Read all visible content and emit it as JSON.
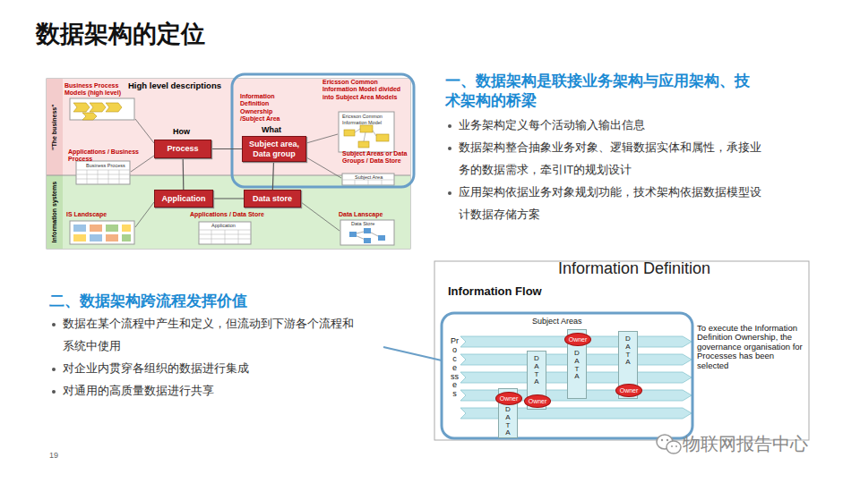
{
  "diagram": {
    "title": "数据架构的定位",
    "nodes": [
      {
        "text": [
          "Process"
        ]
      },
      {
        "text": [
          "Subject area, Data group"
        ]
      },
      {
        "text": [
          "Application"
        ]
      },
      {
        "text": [
          "Data store"
        ]
      },
      {
        "text": [
          "DATA"
        ]
      },
      {
        "text": [
          "Owner"
        ],
        "in": 4
      },
      {
        "text": [
          "DATA"
        ]
      },
      {
        "text": [
          "Owner"
        ],
        "in": 6
      },
      {
        "text": [
          "DATA"
        ]
      },
      {
        "text": [
          "Owner"
        ],
        "in": 8
      },
      {
        "text": [
          "DATA"
        ]
      },
      {
        "text": [
          "Owner"
        ],
        "in": 10
      }
    ],
    "edges": [
      {
        "from": 0,
        "to": 1,
        "arrow": "none"
      },
      {
        "from": 0,
        "to": 2,
        "arrow": "none"
      },
      {
        "from": 1,
        "to": 3,
        "arrow": "none"
      },
      {
        "from": 2,
        "to": 3,
        "arrow": "none"
      }
    ],
    "labels": [
      "High level descriptions",
      "How",
      "What",
      "Business Process Models (high level)",
      "Information Definition Ownership /Subject Area",
      "Ericsson Common Information Model divided into Subject Area Models",
      "\"The business\"",
      "Information systems",
      "Applications / Business Process",
      "Business Process",
      "Ericsson Common Information Model",
      "Subject Areas or Data Groups / Data Store",
      "Subject Area",
      "IS Landscape",
      "Applications / Data Store",
      "Application",
      "Data Lanscape",
      "Data Store",
      "一、数据架构是联接业务架构与应用架构、技术架构的桥梁",
      "业务架构定义每个活动输入输出信息",
      "数据架构整合抽象业务对象、逻辑数据实体和属性，承接业务的数据需求，牵引IT的规划设计",
      "应用架构依据业务对象规划功能，技术架构依据数据模型设计数据存储方案",
      "二、数据架构跨流程发挥价值",
      "数据在某个流程中产生和定义，但流动到下游各个流程和系统中使用",
      "对企业内贯穿各组织的数据进行集成",
      "对通用的高质量数据进行共享",
      "Information Definition",
      "Information Flow",
      "Subject Areas",
      "Processes",
      "To execute the Information Definition Ownership, the governance organisation for Processes has been selected",
      "19",
      "物联网报告中心"
    ]
  }
}
